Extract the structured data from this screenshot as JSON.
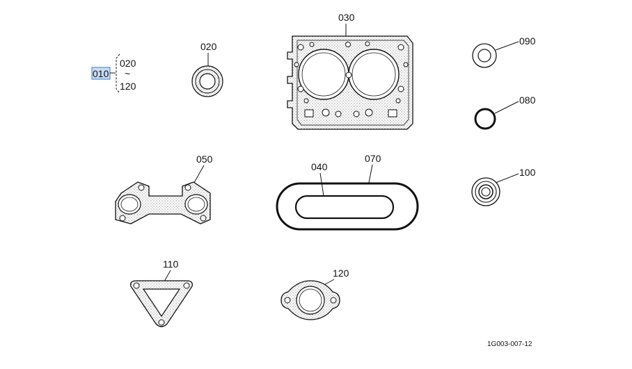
{
  "callouts": {
    "p010": "010",
    "range_from": "020",
    "range_sep": "~",
    "range_to": "120",
    "p020": "020",
    "p030": "030",
    "p040": "040",
    "p050": "050",
    "p070": "070",
    "p080": "080",
    "p090": "090",
    "p100": "100",
    "p110": "110",
    "p120": "120"
  },
  "figure_code": "1G003-007-12",
  "colors": {
    "selection_fill": "#c7dcf2",
    "selection_border": "#3b7bc4",
    "line": "#111111"
  }
}
